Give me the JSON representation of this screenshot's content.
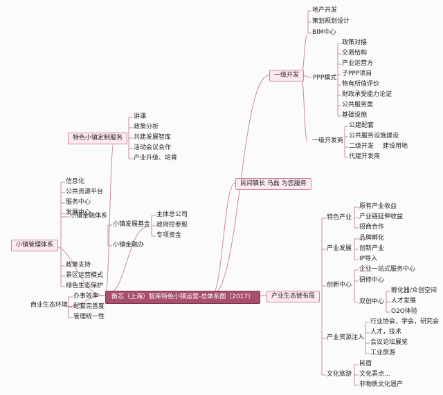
{
  "center": "衡芯（上海）智库特色小镇运营-总体系图（2017）",
  "right": {
    "first_dev": "一级开发",
    "first_dev_items": [
      "地产开发",
      "策划规划设计",
      "BIM中心"
    ],
    "ppp": "PPP模式",
    "ppp_items": [
      "政策对接",
      "交易结构",
      "产业运营方",
      "子PPP项目",
      "物有所值评价",
      "财政承受能力论证",
      "公共服务类",
      "基础设施"
    ],
    "first_dev_body": "一级开发商",
    "first_dev_body_items": [
      "公建配套",
      "公共服务设施建设",
      "二级开发",
      "代建开发商"
    ],
    "land_use": "建设用地",
    "mayor": "民间镇长 马磊 为您服务",
    "industry": "产业生态链布局",
    "feature_industry": "特色产业",
    "feature_industry_items": [
      "原有产业收益",
      "产业链延伸收益",
      "招商合作"
    ],
    "industry_dev": "产业发展",
    "industry_dev_items": [
      "品牌孵化",
      "创新产业",
      "IP导入"
    ],
    "innovation": "创新中心",
    "innovation_items": [
      "企业一站式服务中心",
      "研修中心"
    ],
    "dual": "双创中心",
    "dual_items": [
      "孵化器/众创空间",
      "人才发展",
      "O2O体验"
    ],
    "resource": "产业资源注入",
    "resource_items": [
      "行业协会，学会，研究会",
      "人才，技术",
      "会议论坛展览",
      "工业旅游"
    ],
    "culture": "文化旅游",
    "culture_items": [
      "民宿",
      "文化景点...",
      "非物质文化遗产"
    ]
  },
  "left": {
    "custom_service": "特色小镇定制服务",
    "custom_items": [
      "讲课",
      "政策分析",
      "共建发展智库",
      "活动会议合作",
      "产业升级、培育"
    ],
    "mgmt": "小镇管理体系",
    "mgmt_items": [
      "信息化",
      "公共资源平台",
      "服务中心",
      "发展中心"
    ],
    "finance": "小镇金融体系",
    "fund": "小镇发展基金",
    "fund_items": [
      "主体总公司",
      "政府控参股",
      "专项资金"
    ],
    "finance_office": "小镇金融办",
    "mgmt_more": [
      "政策支持",
      "景区运营模式",
      "绿色生态保护"
    ],
    "business": "商业生态环境",
    "business_items": [
      "办事效率",
      "配套完善度",
      "管理统一性"
    ]
  }
}
